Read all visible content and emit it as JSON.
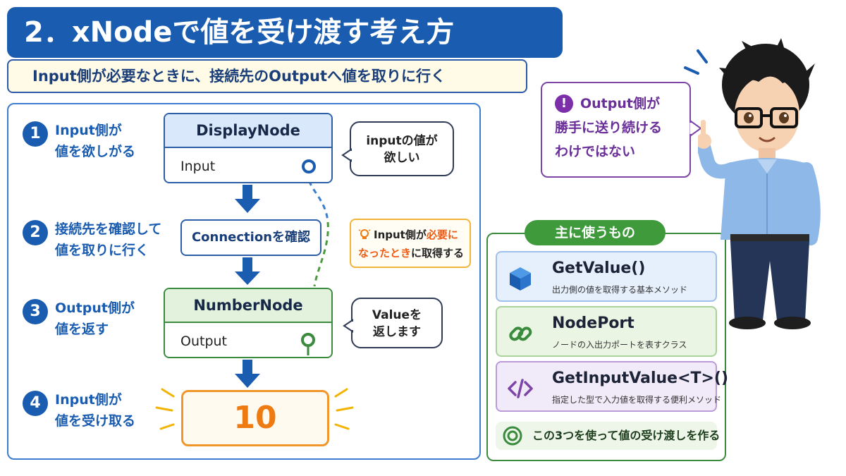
{
  "title": "2．xNodeで値を受け渡す考え方",
  "subtitle": "Input側が必要なときに、接続先のOutputへ値を取りに行く",
  "steps": [
    {
      "num": "1",
      "line1": "Input側が",
      "line2": "値を欲しがる"
    },
    {
      "num": "2",
      "line1": "接続先を確認して",
      "line2": "値を取りに行く"
    },
    {
      "num": "3",
      "line1": "Output側が",
      "line2": "値を返す"
    },
    {
      "num": "4",
      "line1": "Input側が",
      "line2": "値を受け取る"
    }
  ],
  "display_node": {
    "title": "DisplayNode",
    "port": "Input"
  },
  "connection": {
    "label": "Connectionを確認"
  },
  "number_node": {
    "title": "NumberNode",
    "port": "Output"
  },
  "result": {
    "value": "10"
  },
  "bubble_input": {
    "line1": "inputの値が",
    "line2": "欲しい"
  },
  "bubble_value": {
    "line1": "Valueを",
    "line2": "返します"
  },
  "tip": {
    "part1": "Input側が",
    "part2": "必要に",
    "part3": "なったとき",
    "part4": "に取得する"
  },
  "warning": {
    "icon": "!",
    "line1": "Output側が",
    "line2": "勝手に送り続ける",
    "line3": "わけではない"
  },
  "methods": {
    "title": "主に使うもの",
    "items": [
      {
        "name": "GetValue()",
        "desc": "出力側の値を取得する基本メソッド",
        "icon": "cube-icon"
      },
      {
        "name": "NodePort",
        "desc": "ノードの入出力ポートを表すクラス",
        "icon": "chain-link-icon"
      },
      {
        "name": "GetInputValue<T>()",
        "desc": "指定した型で入力値を取得する便利メソッド",
        "icon": "code-icon"
      }
    ],
    "summary": "この3つを使って値の受け渡しを作る"
  },
  "colors": {
    "primary_blue": "#1a5cb0",
    "green": "#3a8b3d",
    "orange": "#ee7a12",
    "purple": "#7c45a6"
  }
}
